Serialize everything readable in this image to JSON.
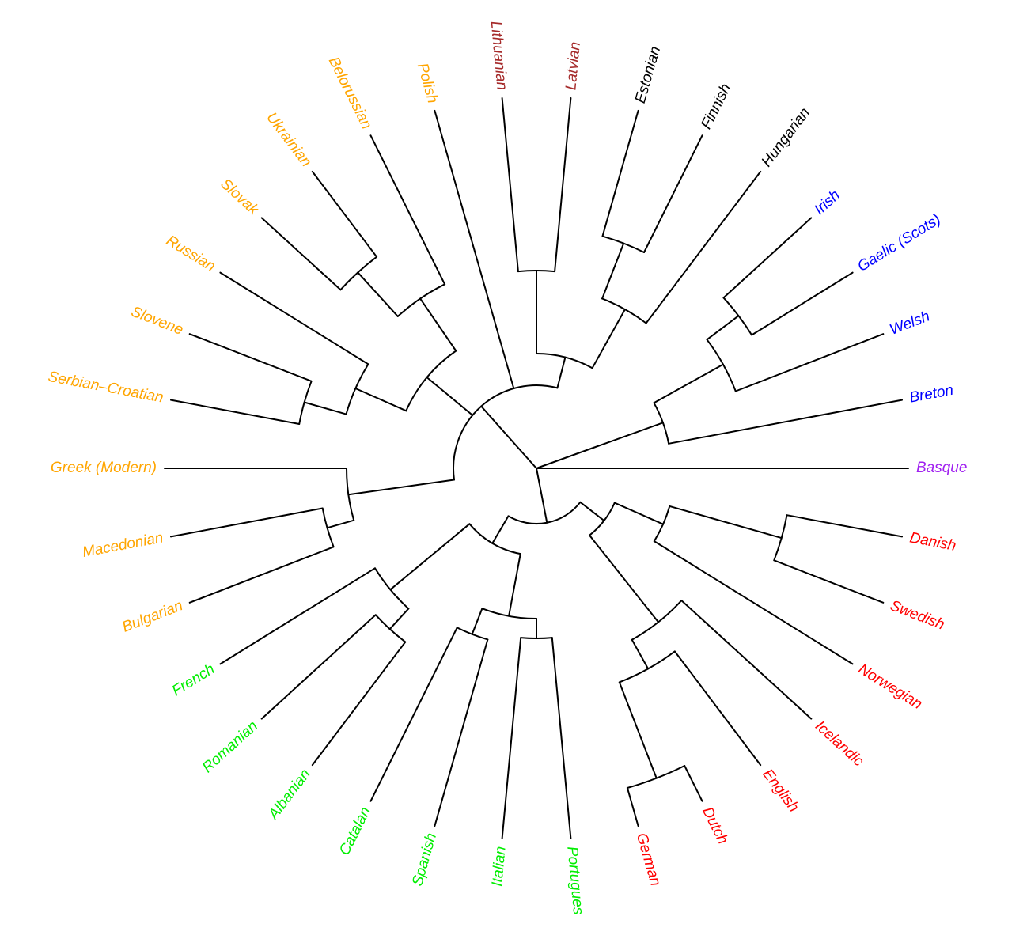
{
  "diagram": {
    "type": "circular-dendrogram",
    "leaves": [
      {
        "name": "Basque",
        "group": "isolate"
      },
      {
        "name": "Danish",
        "group": "germanic"
      },
      {
        "name": "Swedish",
        "group": "germanic"
      },
      {
        "name": "Norwegian",
        "group": "germanic"
      },
      {
        "name": "Icelandic",
        "group": "germanic"
      },
      {
        "name": "English",
        "group": "germanic"
      },
      {
        "name": "Dutch",
        "group": "germanic"
      },
      {
        "name": "German",
        "group": "germanic"
      },
      {
        "name": "Portugues",
        "group": "romance"
      },
      {
        "name": "Italian",
        "group": "romance"
      },
      {
        "name": "Spanish",
        "group": "romance"
      },
      {
        "name": "Catalan",
        "group": "romance"
      },
      {
        "name": "Albanian",
        "group": "romance"
      },
      {
        "name": "Romanian",
        "group": "romance"
      },
      {
        "name": "French",
        "group": "romance"
      },
      {
        "name": "Bulgarian",
        "group": "slavic"
      },
      {
        "name": "Macedonian",
        "group": "slavic"
      },
      {
        "name": "Greek (Modern)",
        "group": "slavic"
      },
      {
        "name": "Serbian–Croatian",
        "group": "slavic"
      },
      {
        "name": "Slovene",
        "group": "slavic"
      },
      {
        "name": "Russian",
        "group": "slavic"
      },
      {
        "name": "Slovak",
        "group": "slavic"
      },
      {
        "name": "Ukrainian",
        "group": "slavic"
      },
      {
        "name": "Belorussian",
        "group": "slavic"
      },
      {
        "name": "Polish",
        "group": "slavic"
      },
      {
        "name": "Lithuanian",
        "group": "baltic"
      },
      {
        "name": "Latvian",
        "group": "baltic"
      },
      {
        "name": "Estonian",
        "group": "uralic"
      },
      {
        "name": "Finnish",
        "group": "uralic"
      },
      {
        "name": "Hungarian",
        "group": "uralic"
      },
      {
        "name": "Irish",
        "group": "celtic"
      },
      {
        "name": "Gaelic (Scots)",
        "group": "celtic"
      },
      {
        "name": "Welsh",
        "group": "celtic"
      },
      {
        "name": "Breton",
        "group": "celtic"
      }
    ],
    "colors": {
      "isolate": "#a020f0",
      "germanic": "#ff0000",
      "romance": "#00ee00",
      "slavic": "#ffa500",
      "baltic": "#a52a2a",
      "uralic": "#000000",
      "celtic": "#0000ff",
      "branch": "#000000"
    }
  }
}
